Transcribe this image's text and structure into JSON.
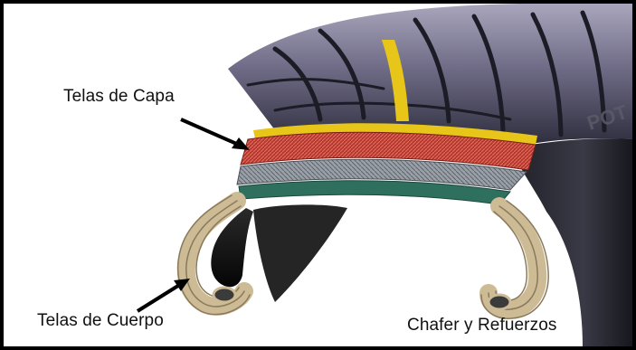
{
  "labels": {
    "telas_de_capa": "Telas de Capa",
    "telas_de_cuerpo": "Telas de Cuerpo",
    "chafer_y_refuerzos": "Chafer y Refuerzos"
  },
  "sidewall_text": "POT",
  "colors": {
    "tread_dark": "#2b2b3a",
    "tread_mid": "#6f6b86",
    "tread_light": "#a9a6bd",
    "cap_ply_red": "#b5372c",
    "center_groove_yellow": "#e8c619",
    "belt_silver": "#9aa0a8",
    "belt_green": "#2f6f5e",
    "body_ply_tan": "#cdbb96",
    "inner_black": "#141414",
    "frame": "#000000"
  }
}
